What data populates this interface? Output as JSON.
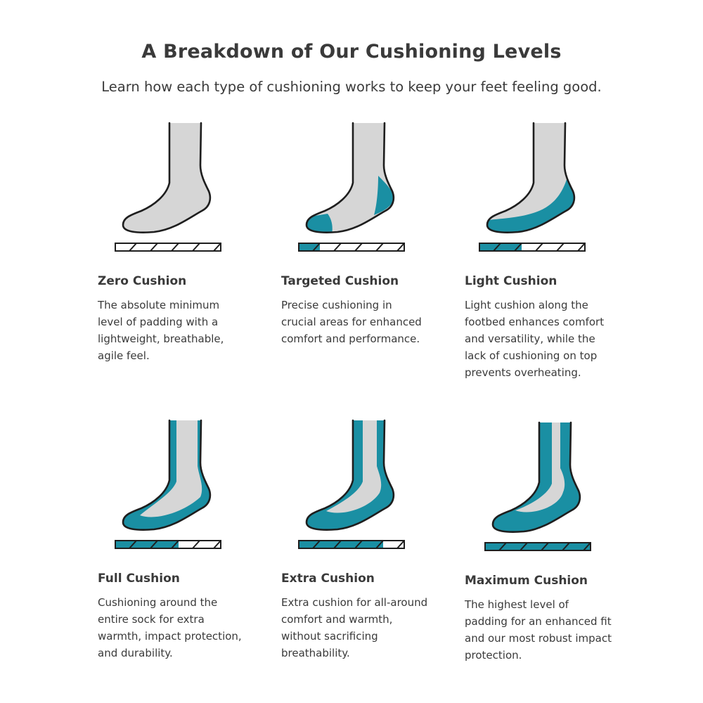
{
  "header": {
    "title": "A Breakdown of Our Cushioning Levels",
    "subtitle": "Learn how each type of cushioning works to keep your feet feeling good."
  },
  "colors": {
    "cushion": "#1a8fa3",
    "sock": "#d6d6d6",
    "outline": "#1e1e1e"
  },
  "levels": [
    {
      "title": "Zero Cushion",
      "description": "The absolute minimum level of padding with a lightweight, breathable, agile feel.",
      "cushion_scale_filled": 0,
      "cushion_zones": "none"
    },
    {
      "title": "Targeted Cushion",
      "description": "Precise cushioning in crucial areas for enhanced comfort and performance.",
      "cushion_scale_filled": 1,
      "cushion_zones": "heel and toe"
    },
    {
      "title": "Light Cushion",
      "description": "Light cushion along the footbed enhances comfort and versatility, while the lack of cushioning on top prevents overheating.",
      "cushion_scale_filled": 2,
      "cushion_zones": "footbed"
    },
    {
      "title": "Full Cushion",
      "description": "Cushioning around the entire sock for extra warmth, impact protection, and durability.",
      "cushion_scale_filled": 3,
      "cushion_zones": "entire sock"
    },
    {
      "title": "Extra Cushion",
      "description": "Extra cushion for all-around comfort and warmth, without sacrificing breathability.",
      "cushion_scale_filled": 4,
      "cushion_zones": "entire sock, thicker"
    },
    {
      "title": "Maximum Cushion",
      "description": "The highest level of padding for an enhanced fit and our most robust impact protection.",
      "cushion_scale_filled": 5,
      "cushion_zones": "entire sock, thickest"
    }
  ]
}
